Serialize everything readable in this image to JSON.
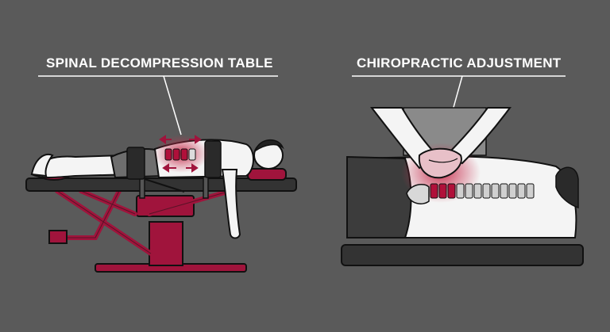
{
  "left_panel": {
    "title": "SPINAL DECOMPRESSION TABLE",
    "illustration": "patient lying prone on decompression table with harness and traction arrows at lumbar spine"
  },
  "right_panel": {
    "title": "CHIROPRACTIC ADJUSTMENT",
    "illustration": "chiropractor hands pressing on patient lower back with highlighted spine"
  },
  "colors": {
    "background": "#5a5a5a",
    "accent": "#a0143c",
    "text": "#ffffff",
    "outline": "#111111",
    "table": "#333333"
  }
}
